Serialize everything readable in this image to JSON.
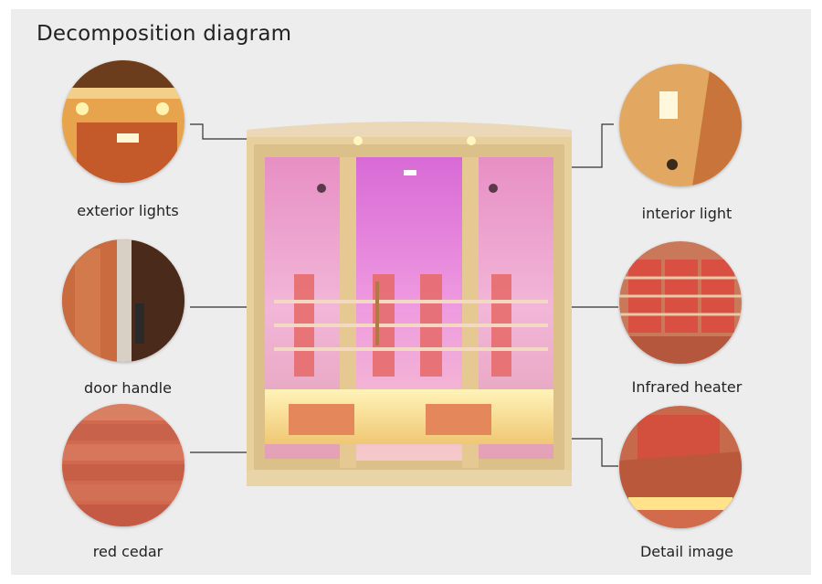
{
  "title": "Decomposition diagram",
  "parts": [
    {
      "id": "exterior-lights",
      "label": "exterior lights"
    },
    {
      "id": "door-handle",
      "label": "door handle"
    },
    {
      "id": "red-cedar",
      "label": "red cedar"
    },
    {
      "id": "interior-light",
      "label": "interior light"
    },
    {
      "id": "infrared-heater",
      "label": "Infrared heater"
    },
    {
      "id": "detail-image",
      "label": "Detail image"
    }
  ]
}
